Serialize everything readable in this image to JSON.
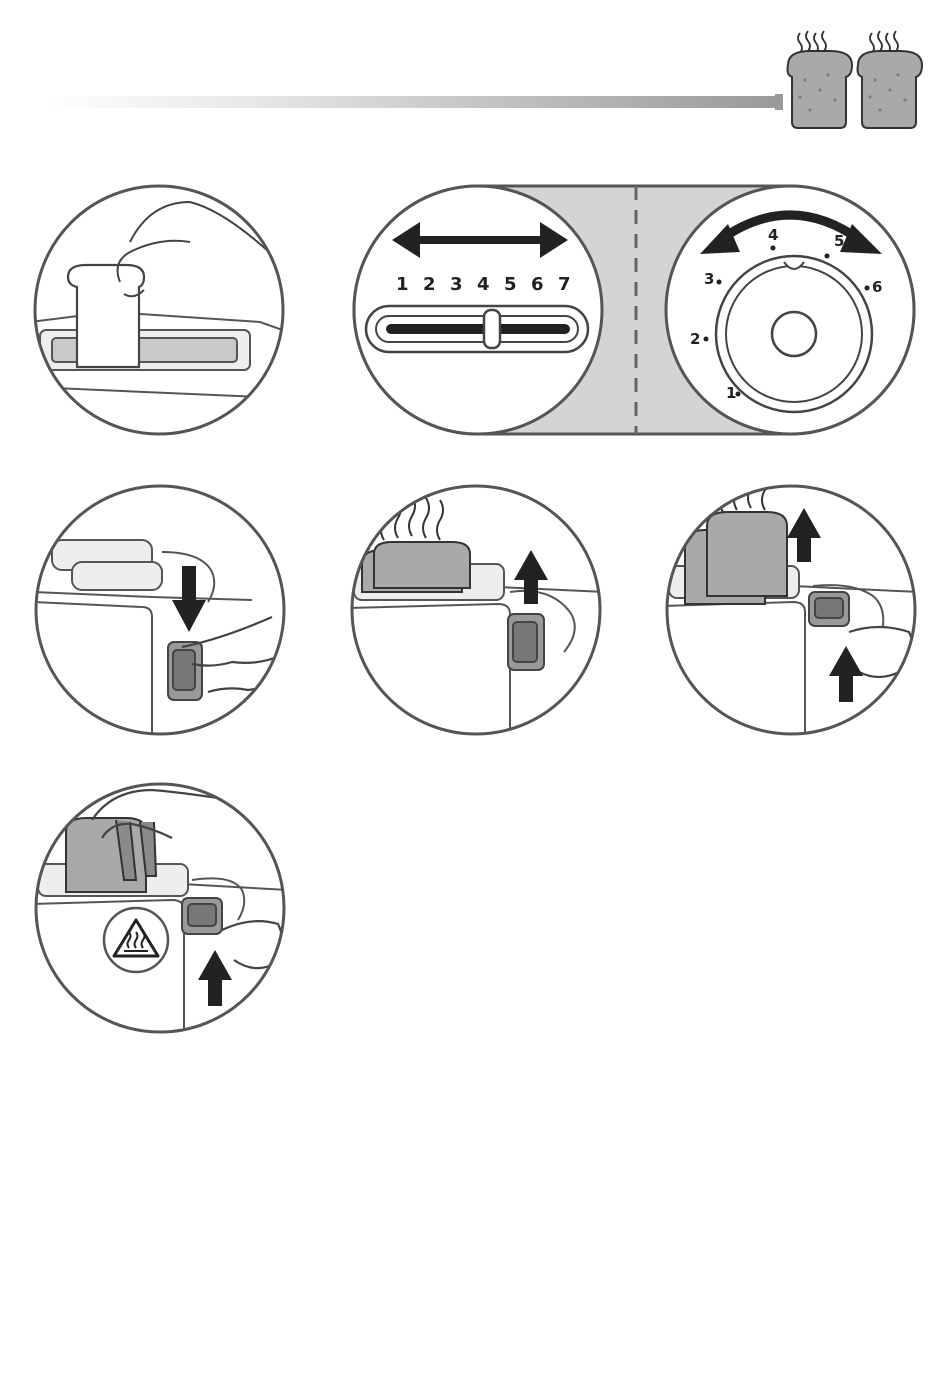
{
  "slider": {
    "numbers": [
      "1",
      "2",
      "3",
      "4",
      "5",
      "6",
      "7"
    ]
  },
  "dial": {
    "numbers": [
      "1",
      "2",
      "3",
      "4",
      "5",
      "6"
    ]
  },
  "colors": {
    "line": "#555555",
    "dark": "#222222",
    "grey_band": "#d4d4d4",
    "toast": "#a9a9a9",
    "accent": "#9a9a9a"
  },
  "icons": {
    "toast": "toast-icon",
    "hot_surface": "hot-surface-warning-icon",
    "arrow_up": "arrow-up-icon",
    "arrow_down": "arrow-down-icon",
    "double_arrow": "double-arrow-icon"
  }
}
